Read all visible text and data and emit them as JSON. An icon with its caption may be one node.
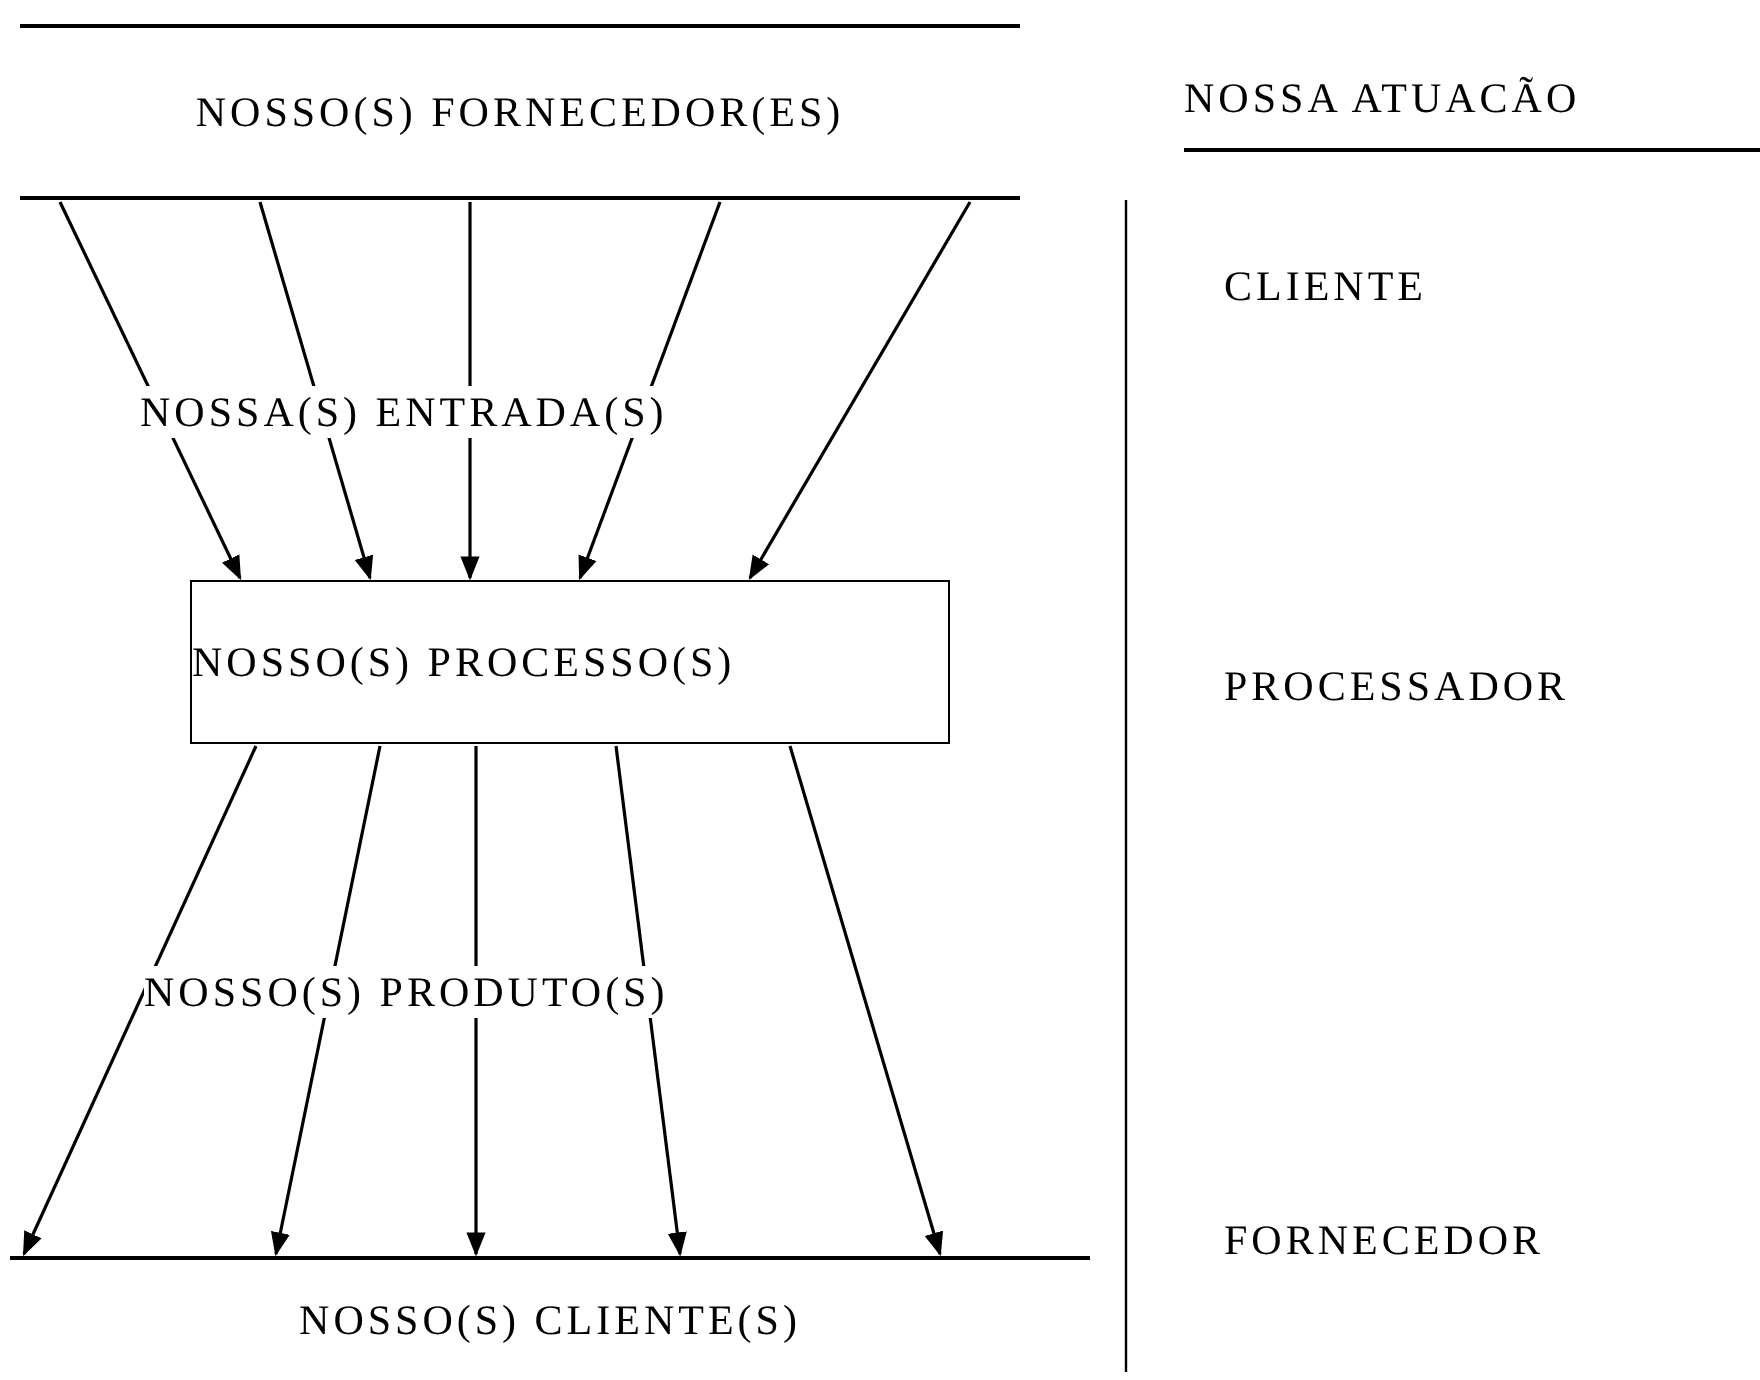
{
  "diagram": {
    "nodes": [
      {
        "text": [
          "NOSSO(S) FORNECEDOR(ES)"
        ]
      },
      {
        "text": [
          "NOSSO(S) PROCESSO(S)"
        ]
      },
      {
        "text": [
          "NOSSO(S) CLIENTE(S)"
        ]
      }
    ],
    "edges": [
      {
        "from": 0,
        "to": 1,
        "arrow": "to"
      },
      {
        "from": 0,
        "to": 1,
        "arrow": "to"
      },
      {
        "from": 0,
        "to": 1,
        "arrow": "to"
      },
      {
        "from": 0,
        "to": 1,
        "arrow": "to"
      },
      {
        "from": 0,
        "to": 1,
        "arrow": "to"
      },
      {
        "from": 1,
        "to": 2,
        "arrow": "to"
      },
      {
        "from": 1,
        "to": 2,
        "arrow": "to"
      },
      {
        "from": 1,
        "to": 2,
        "arrow": "to"
      },
      {
        "from": 1,
        "to": 2,
        "arrow": "to"
      },
      {
        "from": 1,
        "to": 2,
        "arrow": "to"
      }
    ],
    "labels": [
      "NOSSA(S) ENTRADA(S)",
      "NOSSO(S) PRODUTO(S)",
      "NOSSA ATUACÃO",
      "CLIENTE",
      "PROCESSADOR",
      "FORNECEDOR"
    ]
  }
}
